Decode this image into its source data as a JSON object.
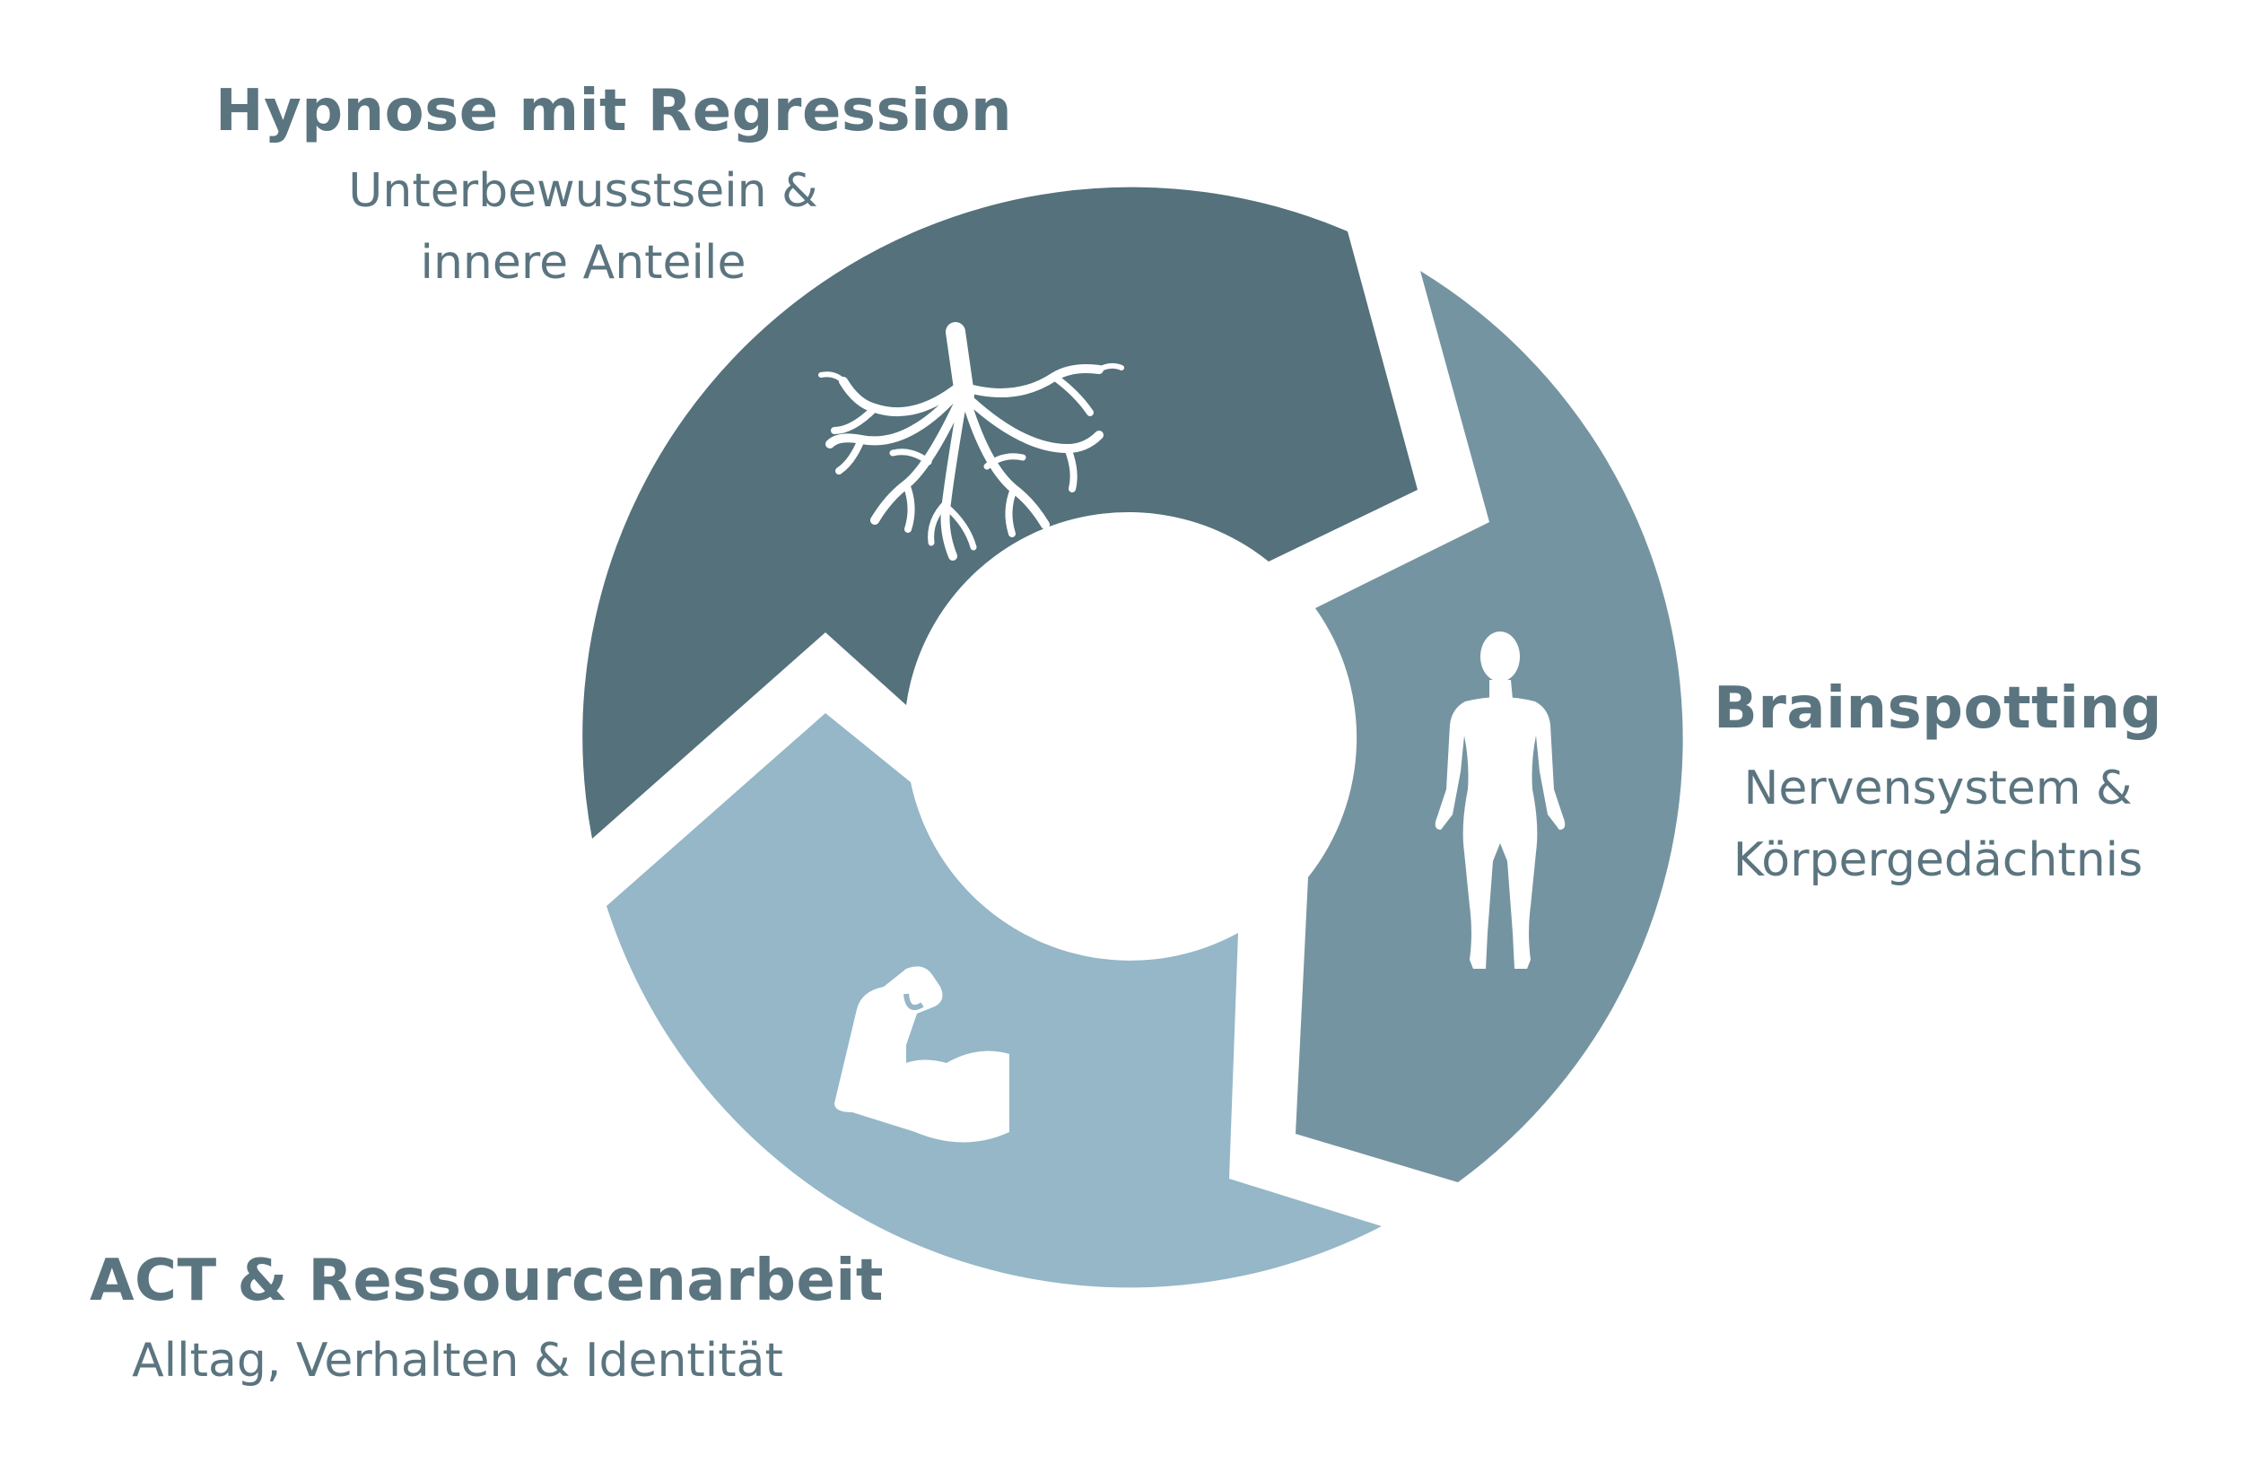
{
  "colors": {
    "segment_dark": "#54717c",
    "segment_mid": "#7594a1",
    "segment_light": "#95b7c7",
    "text": "#5b7580",
    "icon": "#ffffff",
    "background": "#ffffff"
  },
  "segments": [
    {
      "id": "hypnose",
      "title": "Hypnose mit Regression",
      "subtitle_lines": [
        "Unterbewusstsein &",
        "innere Anteile"
      ],
      "icon": "tree-roots-icon",
      "color_key": "segment_dark"
    },
    {
      "id": "brainspotting",
      "title": "Brainspotting",
      "subtitle_lines": [
        "Nervensystem &",
        "Körpergedächtnis"
      ],
      "icon": "human-body-icon",
      "color_key": "segment_mid"
    },
    {
      "id": "act",
      "title": "ACT & Ressourcenarbeit",
      "subtitle_lines": [
        "Alltag, Verhalten & Identität"
      ],
      "icon": "flexed-arm-icon",
      "color_key": "segment_light"
    }
  ]
}
